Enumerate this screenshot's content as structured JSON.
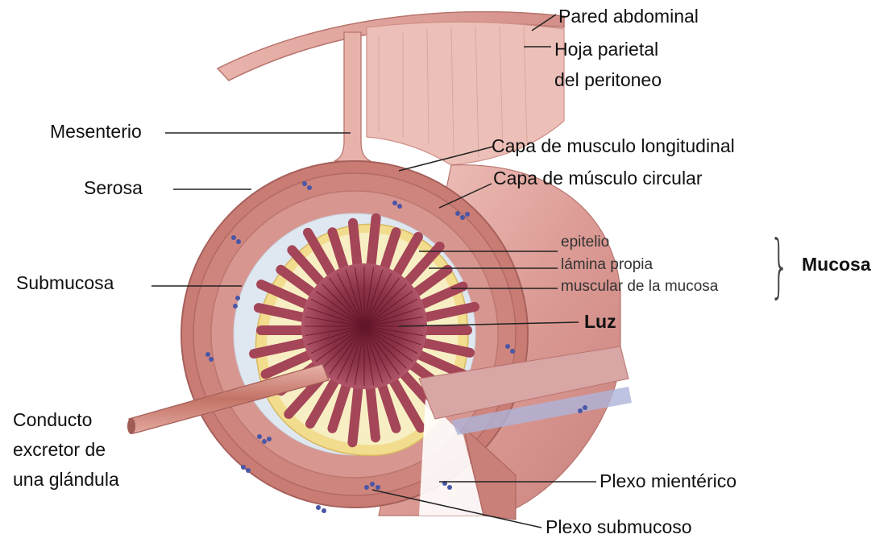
{
  "labels": {
    "pared_abdominal": "Pared abdominal",
    "hoja_parietal_1": "Hoja parietal",
    "hoja_parietal_2": "del peritoneo",
    "mesenterio": "Mesenterio",
    "capa_longitudinal": "Capa de musculo longitudinal",
    "serosa": "Serosa",
    "capa_circular": "Capa de músculo circular",
    "epitelio": "epitelio",
    "lamina_propia": "lámina propia",
    "muscular_mucosa": "muscular de la mucosa",
    "mucosa": "Mucosa",
    "submucosa": "Submucosa",
    "luz": "Luz",
    "conducto_1": "Conducto",
    "conducto_2": "excretor de",
    "conducto_3": "una glándula",
    "plexo_mienterico": "Plexo mientérico",
    "plexo_submucoso": "Plexo submucoso"
  },
  "colors": {
    "serosa": "#c97c74",
    "muscle_outer": "#c0706b",
    "muscle_inner": "#d08c84",
    "submucosa": "#dde6ef",
    "mucosa_layer": "#f4e4a8",
    "lamina": "#f7f0c2",
    "villi": "#a44558",
    "lumen": "#7a2035",
    "wall": "#e3a7a2",
    "leader_line": "#222222",
    "nerve_dots": "#4a56a6"
  }
}
